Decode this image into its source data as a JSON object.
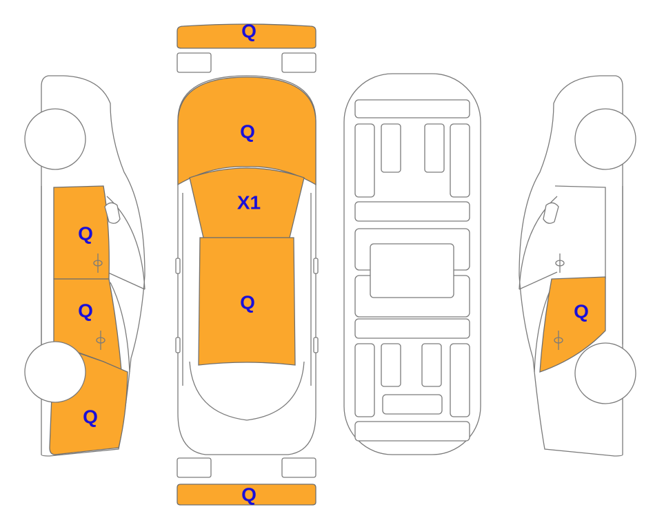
{
  "colors": {
    "damage_fill": "#fba72c",
    "label_text": "#1a0fd8",
    "outline": "#7a7a7a"
  },
  "labels": {
    "front_bumper": "Q",
    "hood": "Q",
    "windshield": "X1",
    "roof": "Q",
    "rear_bumper": "Q",
    "left_front_door": "Q",
    "left_rear_door": "Q",
    "left_rear_quarter": "Q",
    "right_rear_door": "Q"
  }
}
